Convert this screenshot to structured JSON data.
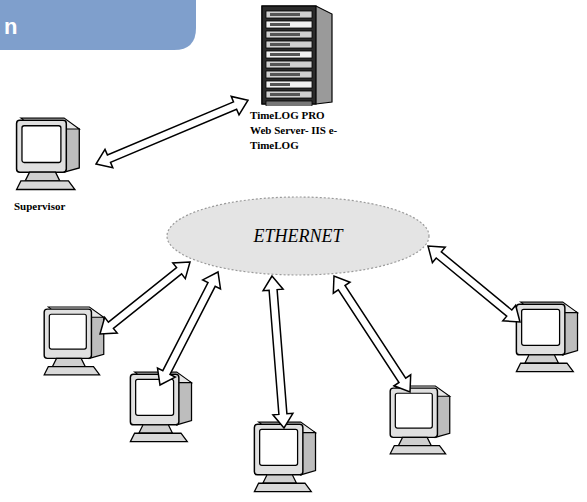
{
  "diagram": {
    "nodes": [
      {
        "text": [
          "TimeLOG PRO Web Server- IIS e-TimeLOG"
        ]
      },
      {
        "text": [
          "Supervisor"
        ]
      },
      {
        "text": [
          "ETHERNET"
        ]
      }
    ],
    "edges": [
      {
        "from": 1,
        "to": 0,
        "arrow": "both"
      }
    ],
    "labels": [
      "n"
    ]
  }
}
